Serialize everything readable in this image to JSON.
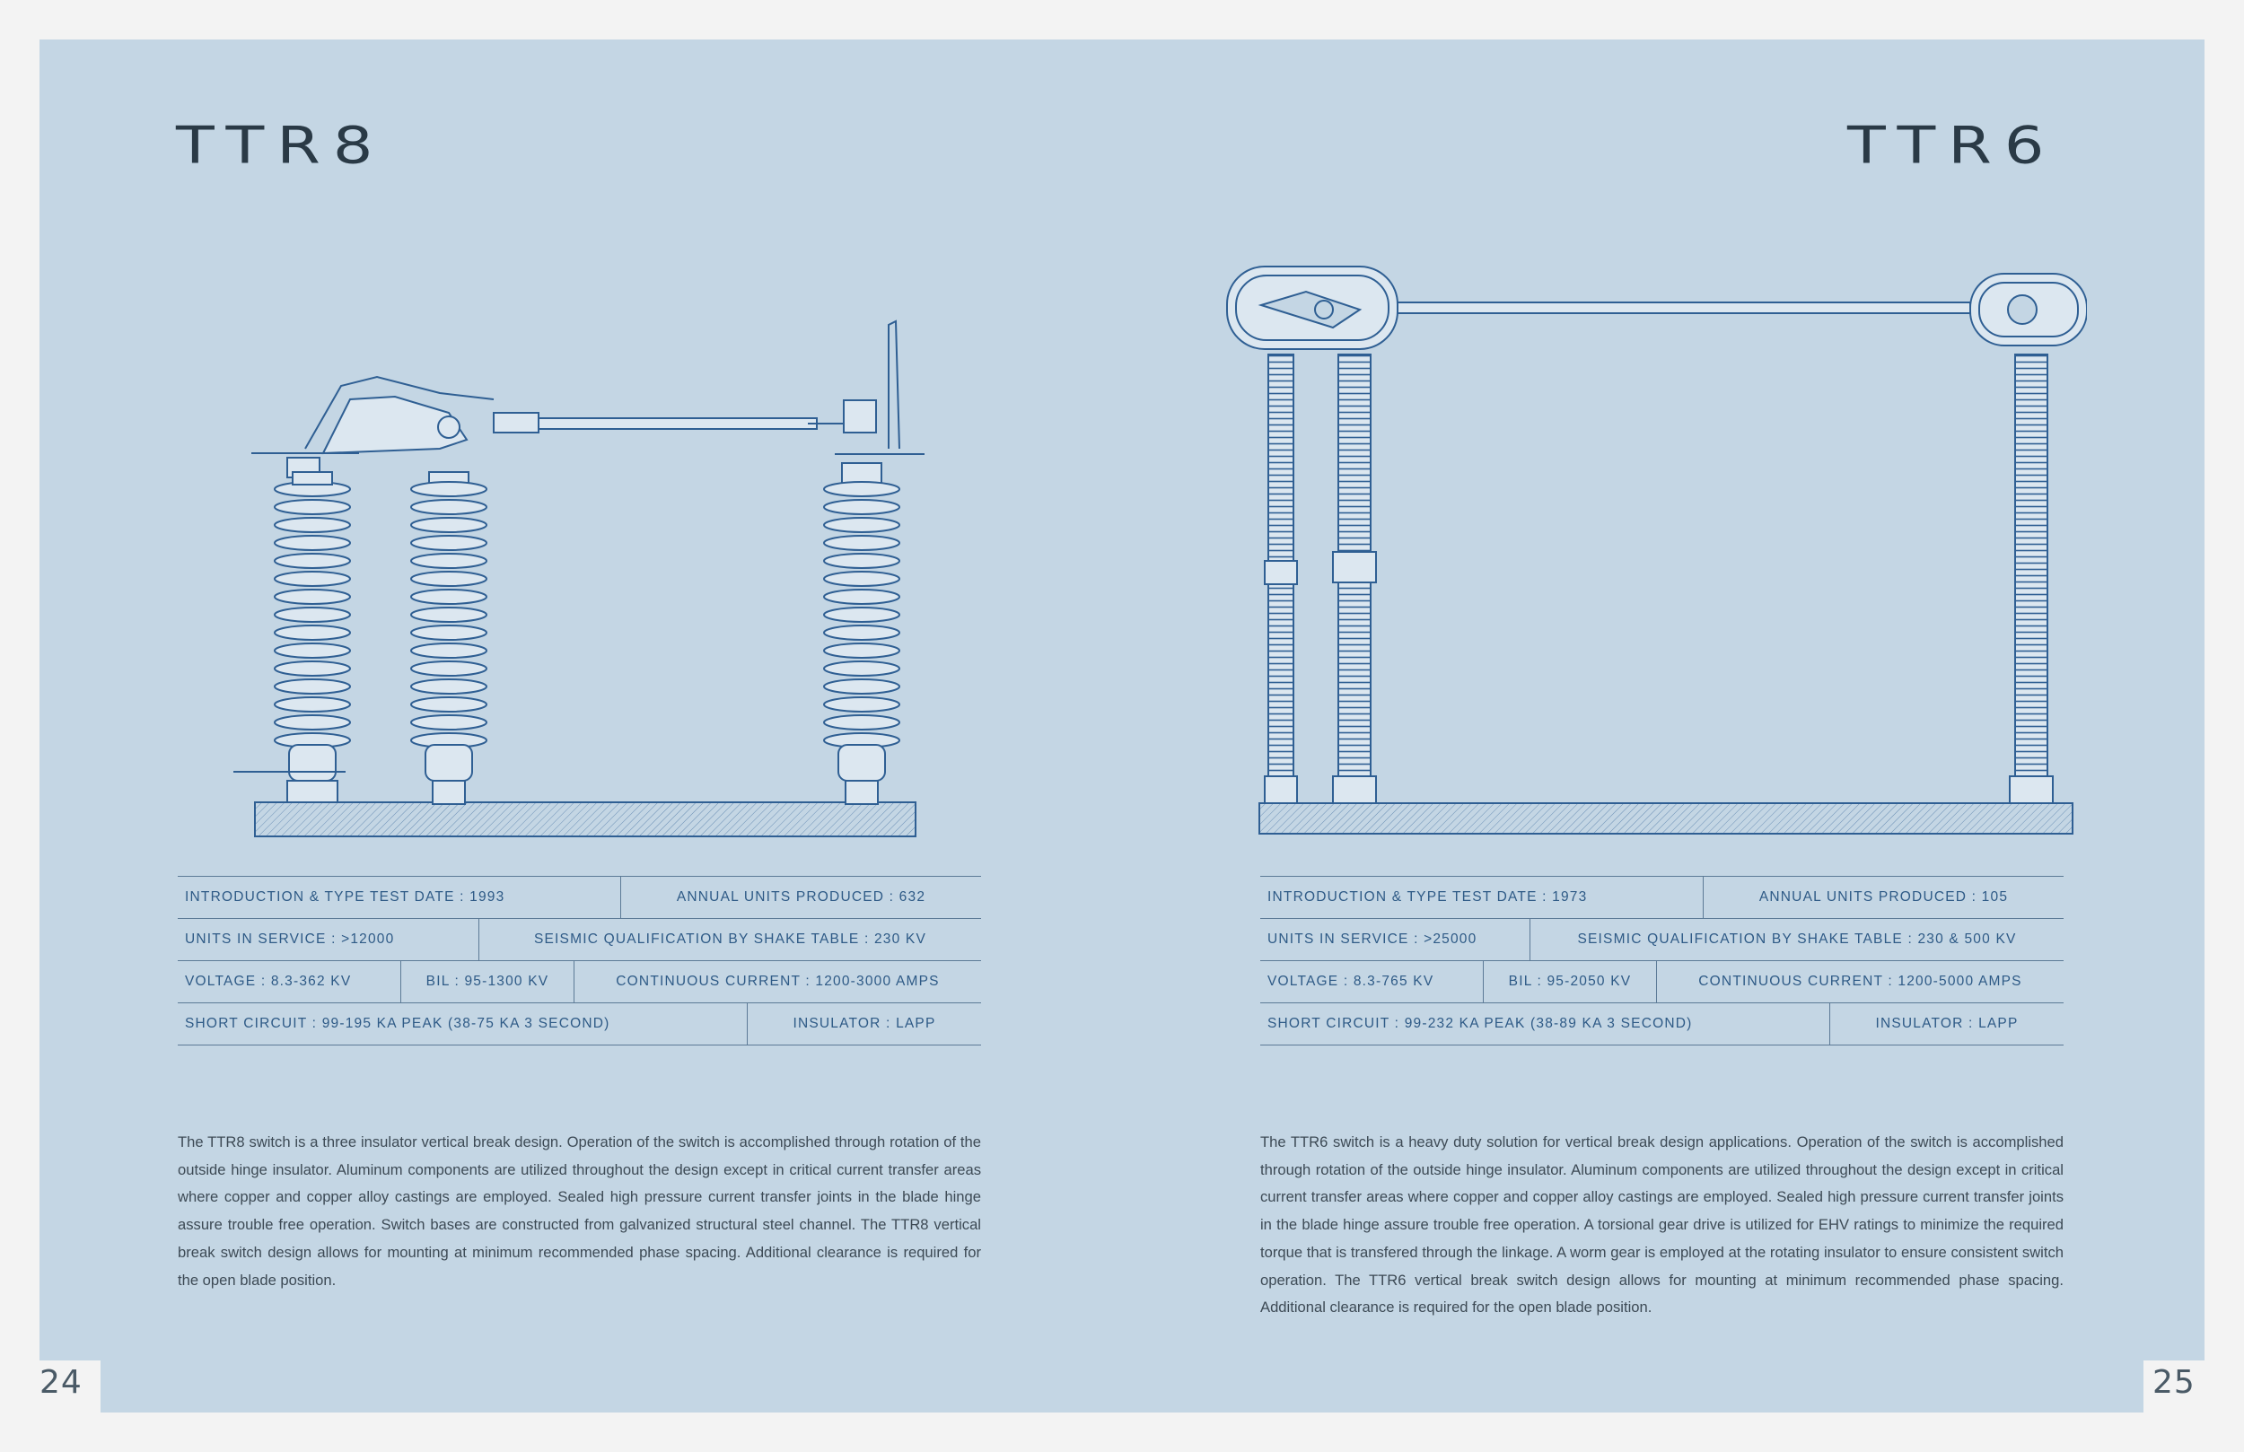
{
  "left": {
    "title": "TTR8",
    "page_number": "24",
    "specs": [
      [
        "INTRODUCTION & TYPE TEST DATE   :   1993",
        "ANNUAL UNITS PRODUCED   :   632"
      ],
      [
        "UNITS IN SERVICE   :   >12000",
        "SEISMIC QUALIFICATION BY SHAKE TABLE   :   230 kV"
      ],
      [
        "VOLTAGE : 8.3-362 kV",
        "BIL : 95-1300 kV",
        "CONTINUOUS CURRENT : 1200-3000 AMPS"
      ],
      [
        "SHORT CIRCUIT   :   99-195 kA PEAK  (38-75 kA 3 SECOND)",
        "INSULATOR   :   LAPP"
      ]
    ],
    "description": "The TTR8 switch is a three insulator vertical break design. Operation of the switch is accomplished through rotation of the outside hinge insulator. Aluminum components are utilized throughout the design except in critical current transfer areas where copper and copper alloy castings are employed. Sealed high pressure current transfer joints in the blade hinge assure trouble free operation. Switch bases are constructed from galvanized structural steel channel. The TTR8 vertical break switch design allows for mounting at minimum recommended phase spacing. Additional clearance is required for the open blade position."
  },
  "right": {
    "title": "TTR6",
    "page_number": "25",
    "specs": [
      [
        "INTRODUCTION & TYPE TEST DATE   :   1973",
        "ANNUAL UNITS PRODUCED   :   105"
      ],
      [
        "UNITS IN SERVICE : >25000",
        "SEISMIC QUALIFICATION BY SHAKE TABLE : 230 & 500 kV"
      ],
      [
        "VOLTAGE : 8.3-765 kV",
        "BIL : 95-2050 kV",
        "CONTINUOUS CURRENT : 1200-5000 AMPS"
      ],
      [
        "SHORT CIRCUIT   :   99-232 kA PEAK  (38-89 kA 3 SECOND)",
        "INSULATOR   :   LAPP"
      ]
    ],
    "description": "The TTR6 switch is a heavy duty solution for vertical break design applications. Operation of the switch is accomplished through rotation of the outside hinge insulator. Aluminum components are utilized throughout the design except in critical current transfer areas where copper and copper alloy castings are employed. Sealed high pressure current transfer joints in the blade hinge assure trouble free operation. A torsional gear drive is utilized for EHV ratings to minimize the required torque that is transfered through the linkage. A worm gear is employed at the rotating insulator to ensure consistent switch operation. The TTR6 vertical break switch design allows for mounting at minimum recommended phase spacing. Additional clearance is required for the open blade position."
  },
  "colors": {
    "page_background": "#c4d6e4",
    "title": "#2a3a46",
    "spec_text": "#2e5a86",
    "illustration": "#2f5f93"
  }
}
